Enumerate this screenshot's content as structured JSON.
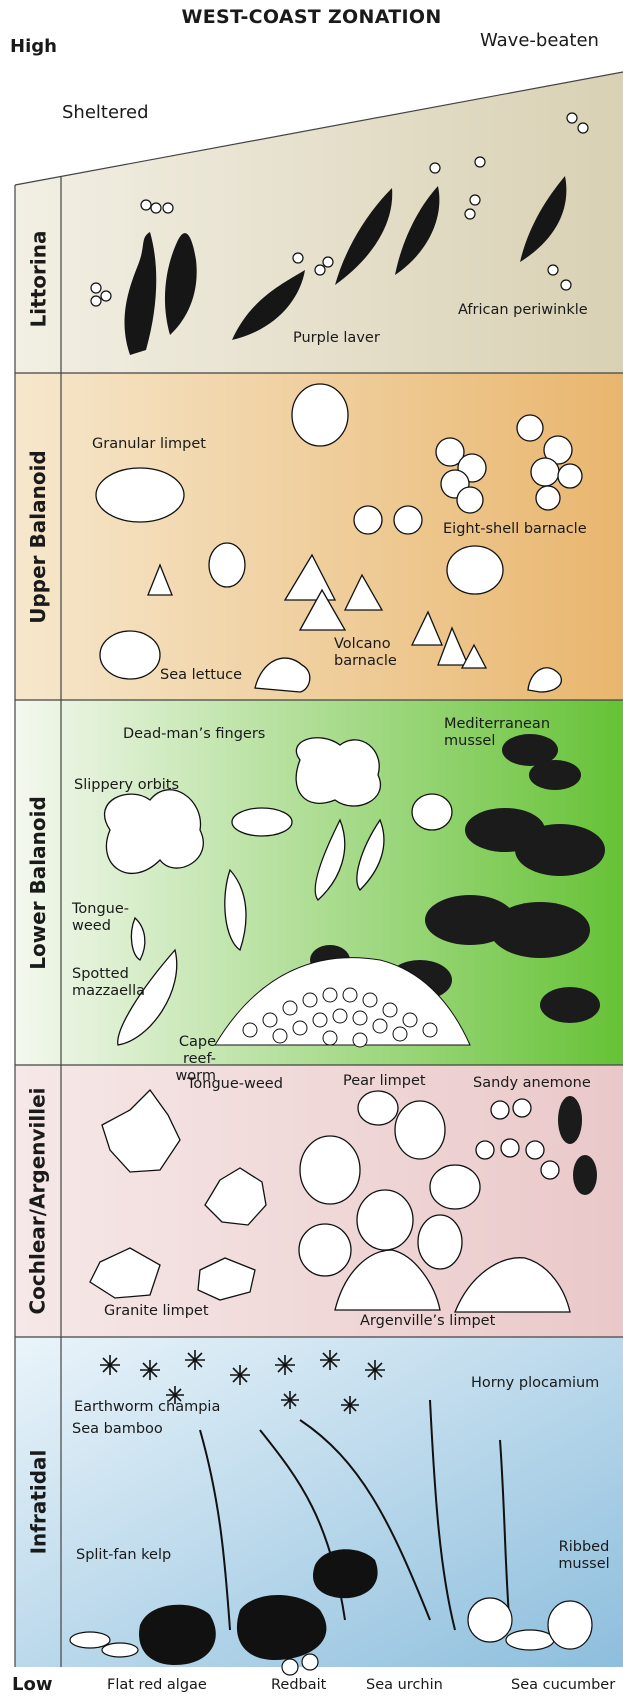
{
  "title": "WEST-COAST ZONATION",
  "gradient": {
    "high": "High",
    "low": "Low",
    "sheltered": "Sheltered",
    "wave_beaten": "Wave-beaten"
  },
  "zones": [
    {
      "name": "Littorina",
      "color": "#e7e3d3"
    },
    {
      "name": "Upper Balanoid",
      "color": "#f0c98f"
    },
    {
      "name": "Lower Balanoid",
      "color": "#8fd062"
    },
    {
      "name": "Cochlear/Argenvillei",
      "color": "#efd5d6"
    },
    {
      "name": "Infratidal",
      "color": "#aacde3"
    }
  ],
  "species": {
    "purple_laver": "Purple laver",
    "african_periwinkle": "African periwinkle",
    "granular_limpet": "Granular limpet",
    "eight_shell_barnacle": "Eight-shell barnacle",
    "volcano_barnacle": "Volcano barnacle",
    "sea_lettuce": "Sea lettuce",
    "dead_mans_fingers": "Dead-man’s fingers",
    "mediterranean_mussel": "Mediterranean mussel",
    "slippery_orbits": "Slippery orbits",
    "tongue_weed_lower": "Tongue-weed",
    "spotted_mazzaella": "Spotted mazzaella",
    "cape_reef_worm": "Cape reef-worm",
    "tongue_weed_cochlear": "Tongue-weed",
    "pear_limpet": "Pear limpet",
    "sandy_anemone": "Sandy anemone",
    "granite_limpet": "Granite limpet",
    "argenvilles_limpet": "Argenville’s limpet",
    "horny_plocamium": "Horny plocamium",
    "earthworm_champia": "Earthworm champia",
    "sea_bamboo": "Sea bamboo",
    "split_fan_kelp": "Split-fan kelp",
    "ribbed_mussel": "Ribbed mussel",
    "flat_red_algae": "Flat red algae",
    "redbait": "Redbait",
    "sea_urchin": "Sea urchin",
    "sea_cucumber": "Sea cucumber"
  }
}
